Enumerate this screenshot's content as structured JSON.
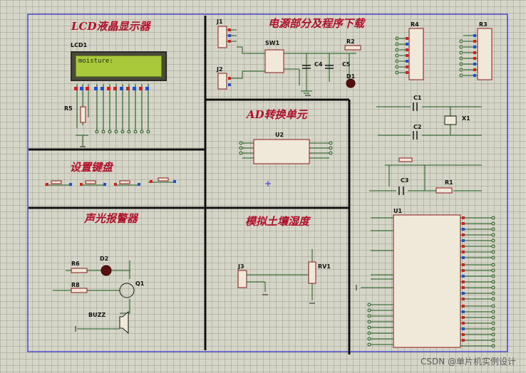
{
  "sections": {
    "lcd": "LCD液晶显示器",
    "power": "电源部分及程序下载",
    "ad": "AD转换单元",
    "keys": "设置键盘",
    "alarm": "声光报警器",
    "soil": "模拟土壤湿度"
  },
  "lcd": {
    "ref": "LCD1",
    "screen_text": "moisture:"
  },
  "refs": {
    "r5": "R5",
    "j1": "J1",
    "j2": "J2",
    "sw1": "SW1",
    "r2": "R2",
    "c4": "C4",
    "c5": "C5",
    "d1": "D1",
    "r4": "R4",
    "r3": "R3",
    "c1": "C1",
    "x1": "X1",
    "c2": "C2",
    "c3": "C3",
    "r1": "R1",
    "u2": "U2",
    "u1": "U1",
    "r6": "R6",
    "d2": "D2",
    "r8": "R8",
    "q1": "Q1",
    "buzz": "BUZZ",
    "j3": "J3",
    "rv1": "RV1"
  },
  "watermark": "CSDN @单片机实例设计"
}
